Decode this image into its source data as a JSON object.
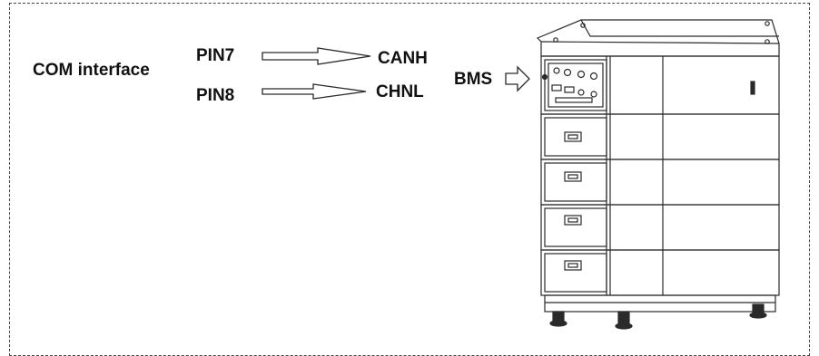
{
  "diagram": {
    "com_interface_label": "COM interface",
    "pins": [
      {
        "pin": "PIN7",
        "signal": "CANH"
      },
      {
        "pin": "PIN8",
        "signal": "CHNL"
      }
    ],
    "bms_label": "BMS",
    "battery_modules": 4,
    "colors": {
      "line": "#2a2a2a",
      "text": "#111111",
      "frame": "#444444"
    }
  }
}
